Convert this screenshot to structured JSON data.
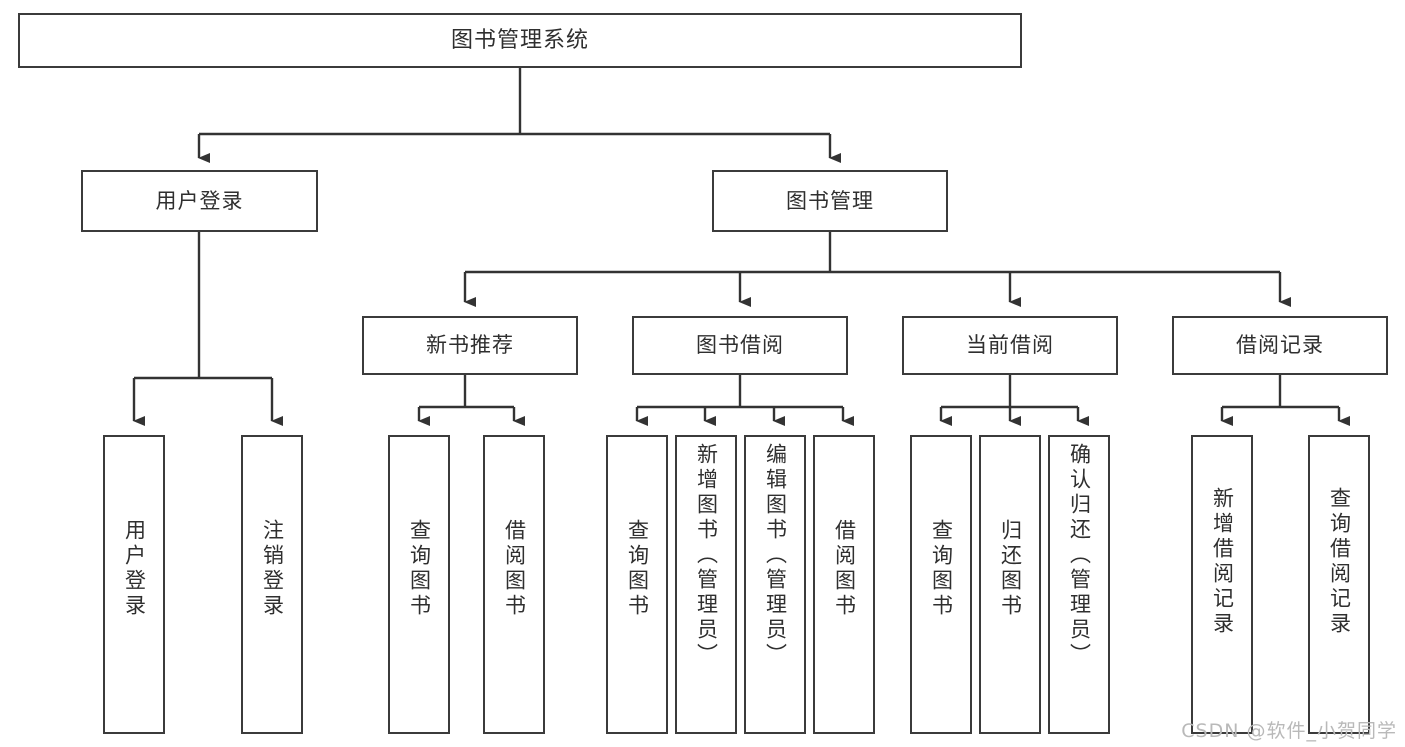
{
  "diagram": {
    "title": "图书管理系统",
    "type": "tree-hierarchy",
    "root": {
      "label": "图书管理系统"
    },
    "level2": [
      {
        "label": "用户登录"
      },
      {
        "label": "图书管理"
      }
    ],
    "level3": [
      {
        "label": "新书推荐"
      },
      {
        "label": "图书借阅"
      },
      {
        "label": "当前借阅"
      },
      {
        "label": "借阅记录"
      }
    ],
    "leaves": [
      {
        "label": "用户登录"
      },
      {
        "label": "注销登录"
      },
      {
        "label": "查询图书"
      },
      {
        "label": "借阅图书"
      },
      {
        "label": "查询图书"
      },
      {
        "label": "新增图书（管理员）"
      },
      {
        "label": "编辑图书（管理员）"
      },
      {
        "label": "借阅图书"
      },
      {
        "label": "查询图书"
      },
      {
        "label": "归还图书"
      },
      {
        "label": "确认归还（管理员）"
      },
      {
        "label": "新增借阅记录"
      },
      {
        "label": "查询借阅记录"
      }
    ],
    "groups": {
      "user_login": {
        "parent": "用户登录",
        "children": [
          "用户登录",
          "注销登录"
        ]
      },
      "new_book": {
        "parent": "新书推荐",
        "children": [
          "查询图书",
          "借阅图书"
        ]
      },
      "borrow_book": {
        "parent": "图书借阅",
        "children": [
          "查询图书",
          "新增图书（管理员）",
          "编辑图书（管理员）",
          "借阅图书"
        ]
      },
      "current_borrow": {
        "parent": "当前借阅",
        "children": [
          "查询图书",
          "归还图书",
          "确认归还（管理员）"
        ]
      },
      "borrow_record": {
        "parent": "借阅记录",
        "children": [
          "新增借阅记录",
          "查询借阅记录"
        ]
      }
    },
    "colors": {
      "border": "#3b3b3b",
      "text": "#2f2f2f",
      "background": "#ffffff",
      "wire": "#333333",
      "watermark": "#b9b9b9"
    }
  },
  "watermark": {
    "text": "CSDN @软件_小贺同学"
  }
}
